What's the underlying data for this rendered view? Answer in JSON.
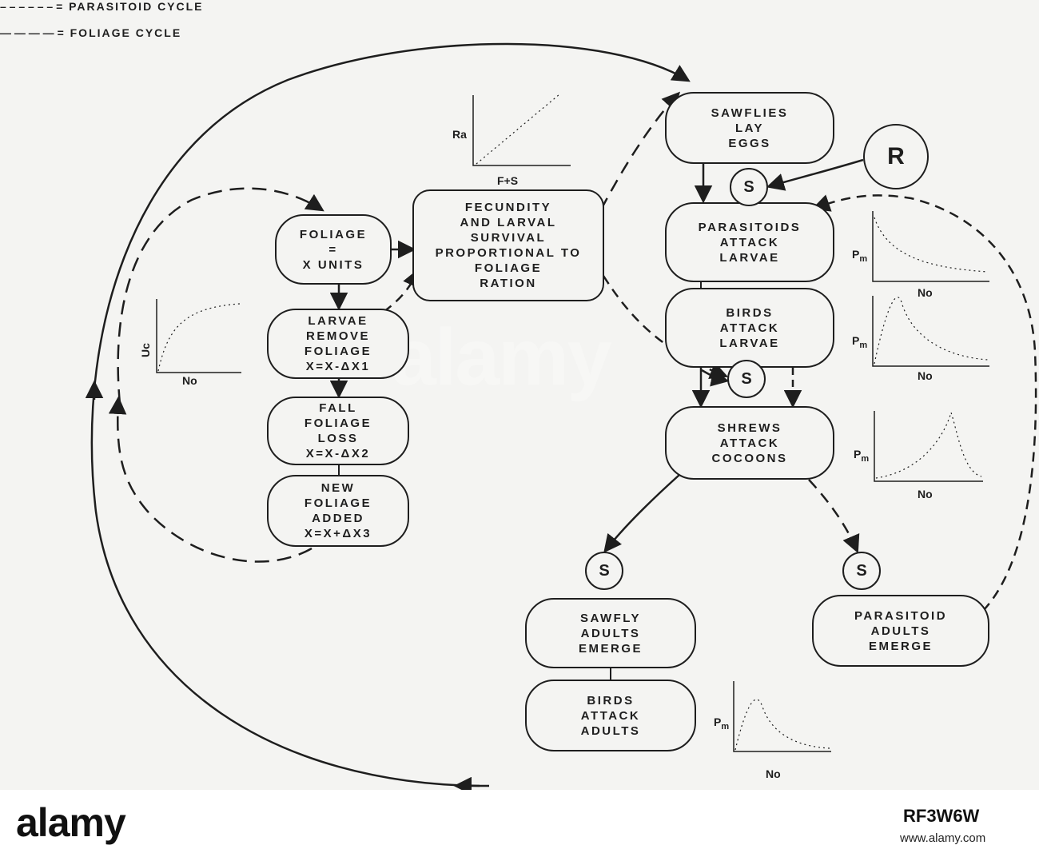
{
  "legend": {
    "parasitoid_cycle": "= PARASITOID CYCLE",
    "foliage_cycle": "= FOLIAGE CYCLE"
  },
  "boxes": {
    "sawflies_lay_eggs": [
      "SAWFLIES",
      "LAY",
      "EGGS"
    ],
    "parasitoids_attack_larvae": [
      "PARASITOIDS",
      "ATTACK",
      "LARVAE"
    ],
    "birds_attack_larvae": [
      "BIRDS",
      "ATTACK",
      "LARVAE"
    ],
    "shrews_attack_cocoons": [
      "SHREWS",
      "ATTACK",
      "COCOONS"
    ],
    "sawfly_adults_emerge": [
      "SAWFLY",
      "ADULTS",
      "EMERGE"
    ],
    "birds_attack_adults": [
      "BIRDS",
      "ATTACK",
      "ADULTS"
    ],
    "parasitoid_adults_emerge": [
      "PARASITOID",
      "ADULTS",
      "EMERGE"
    ],
    "foliage_units": [
      "FOLIAGE",
      "=",
      "X UNITS"
    ],
    "larvae_remove_foliage": [
      "LARVAE",
      "REMOVE",
      "FOLIAGE",
      "X=X-ΔX1"
    ],
    "fall_foliage_loss": [
      "FALL",
      "FOLIAGE",
      "LOSS",
      "X=X-ΔX2"
    ],
    "new_foliage_added": [
      "NEW",
      "FOLIAGE",
      "ADDED",
      "X=X+ΔX3"
    ],
    "fecundity": [
      "FECUNDITY",
      "AND LARVAL",
      "SURVIVAL",
      "PROPORTIONAL TO",
      "FOLIAGE",
      "RATION"
    ]
  },
  "circles": {
    "r": "R",
    "s1": "S",
    "s2": "S",
    "s3": "S",
    "s4": "S"
  },
  "graphs": {
    "ra": {
      "y": "Ra",
      "x": "F+S",
      "shape": "linear"
    },
    "uc": {
      "y": "Uc",
      "x": "No",
      "shape": "saturating"
    },
    "pm_parasitoids": {
      "y": "P",
      "sub": "m",
      "x": "No",
      "shape": "decay"
    },
    "pm_birds_larvae": {
      "y": "P",
      "sub": "m",
      "x": "No",
      "shape": "early-peak"
    },
    "pm_shrews": {
      "y": "P",
      "sub": "m",
      "x": "No",
      "shape": "late-peak"
    },
    "pm_birds_adults": {
      "y": "P",
      "sub": "m",
      "x": "No",
      "shape": "early-peak"
    }
  },
  "footer": {
    "brand": "alamy",
    "ref_code": "RF3W6W",
    "url": "www.alamy.com"
  },
  "watermark": "alamy",
  "colors": {
    "ink": "#1e1e1e",
    "paper": "#f4f4f2"
  }
}
